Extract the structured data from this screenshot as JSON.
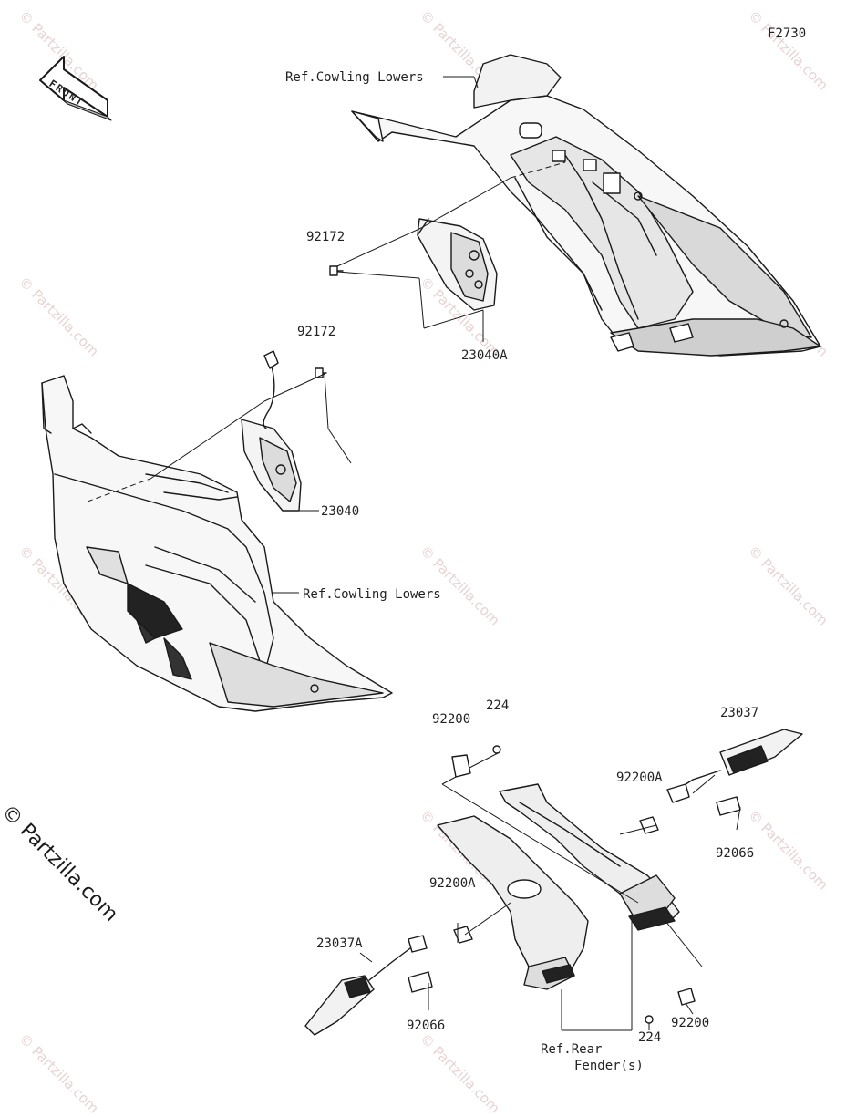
{
  "diagram": {
    "figure_code": "F2730",
    "front_label": "FRONT",
    "watermark": "© Partzilla.com",
    "brand_text": "© Partzilla.com",
    "labels": {
      "ref_cowling_upper": "Ref.Cowling Lowers",
      "ref_cowling_lower": "Ref.Cowling Lowers",
      "part_92172_a": "92172",
      "part_92172_b": "92172",
      "part_23040A": "23040A",
      "part_23040": "23040",
      "part_224_top": "224",
      "part_92200_top": "92200",
      "part_23037": "23037",
      "part_92200A_right": "92200A",
      "part_92066_right": "92066",
      "part_92200A_left": "92200A",
      "part_23037A": "23037A",
      "part_92066_left": "92066",
      "ref_rear_fender_line1": "Ref.Rear",
      "ref_rear_fender_line2": "Fender(s)",
      "part_224_bottom": "224",
      "part_92200_bottom": "92200"
    }
  }
}
